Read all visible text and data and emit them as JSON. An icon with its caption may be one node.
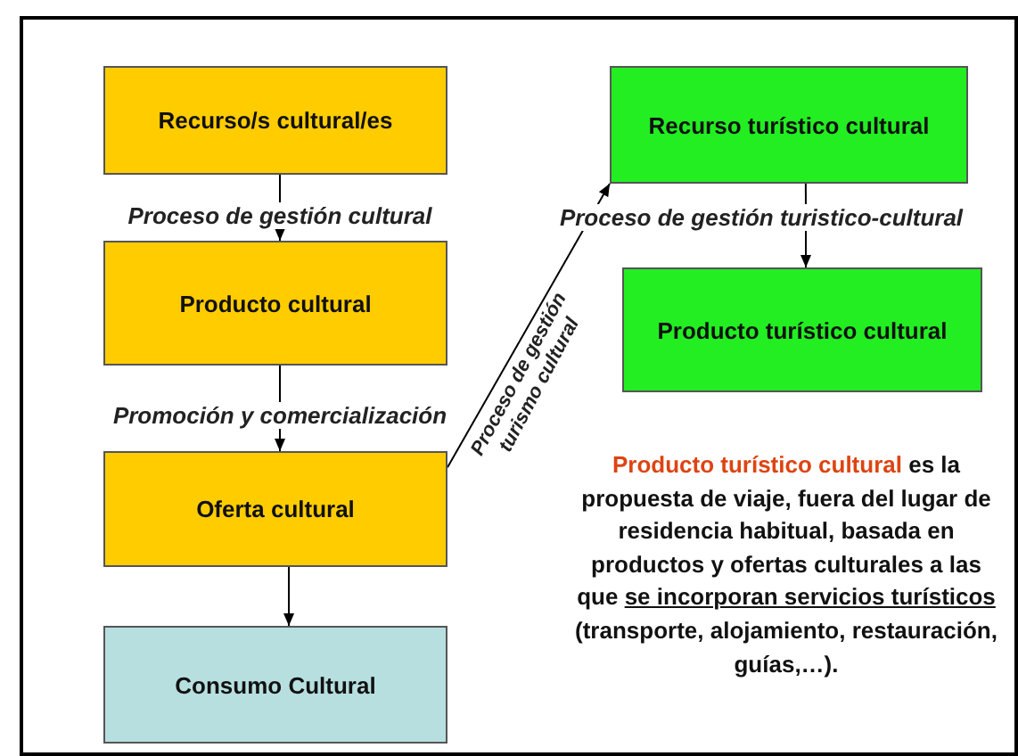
{
  "diagram": {
    "nodes": [
      {
        "text": [
          "Recurso/s cultural/es"
        ]
      },
      {
        "text": [
          "Producto cultural"
        ]
      },
      {
        "text": [
          "Oferta cultural"
        ]
      },
      {
        "text": [
          "Consumo Cultural"
        ]
      },
      {
        "text": [
          "Recurso turístico cultural"
        ]
      },
      {
        "text": [
          "Producto turístico cultural"
        ]
      }
    ],
    "edges": [
      {
        "from": 0,
        "to": 1,
        "arrow": "to",
        "label": "Proceso de gestión cultural"
      },
      {
        "from": 1,
        "to": 2,
        "arrow": "to",
        "label": "Promoción y comercialización"
      },
      {
        "from": 2,
        "to": 3,
        "arrow": "to"
      },
      {
        "from": 2,
        "to": 4,
        "arrow": "to",
        "label": "Proceso de gestión turismo cultural"
      },
      {
        "from": 4,
        "to": 5,
        "arrow": "to",
        "label": "Proceso de gestión turistico-cultural"
      }
    ],
    "labels": [
      "Producto turístico cultural",
      "es la propuesta de viaje, fuera del lugar de residencia habitual, basada en productos  y ofertas culturales a las que",
      "se incorporan servicios turísticos",
      "(transporte, alojamiento, restauración, guías,…)."
    ]
  }
}
